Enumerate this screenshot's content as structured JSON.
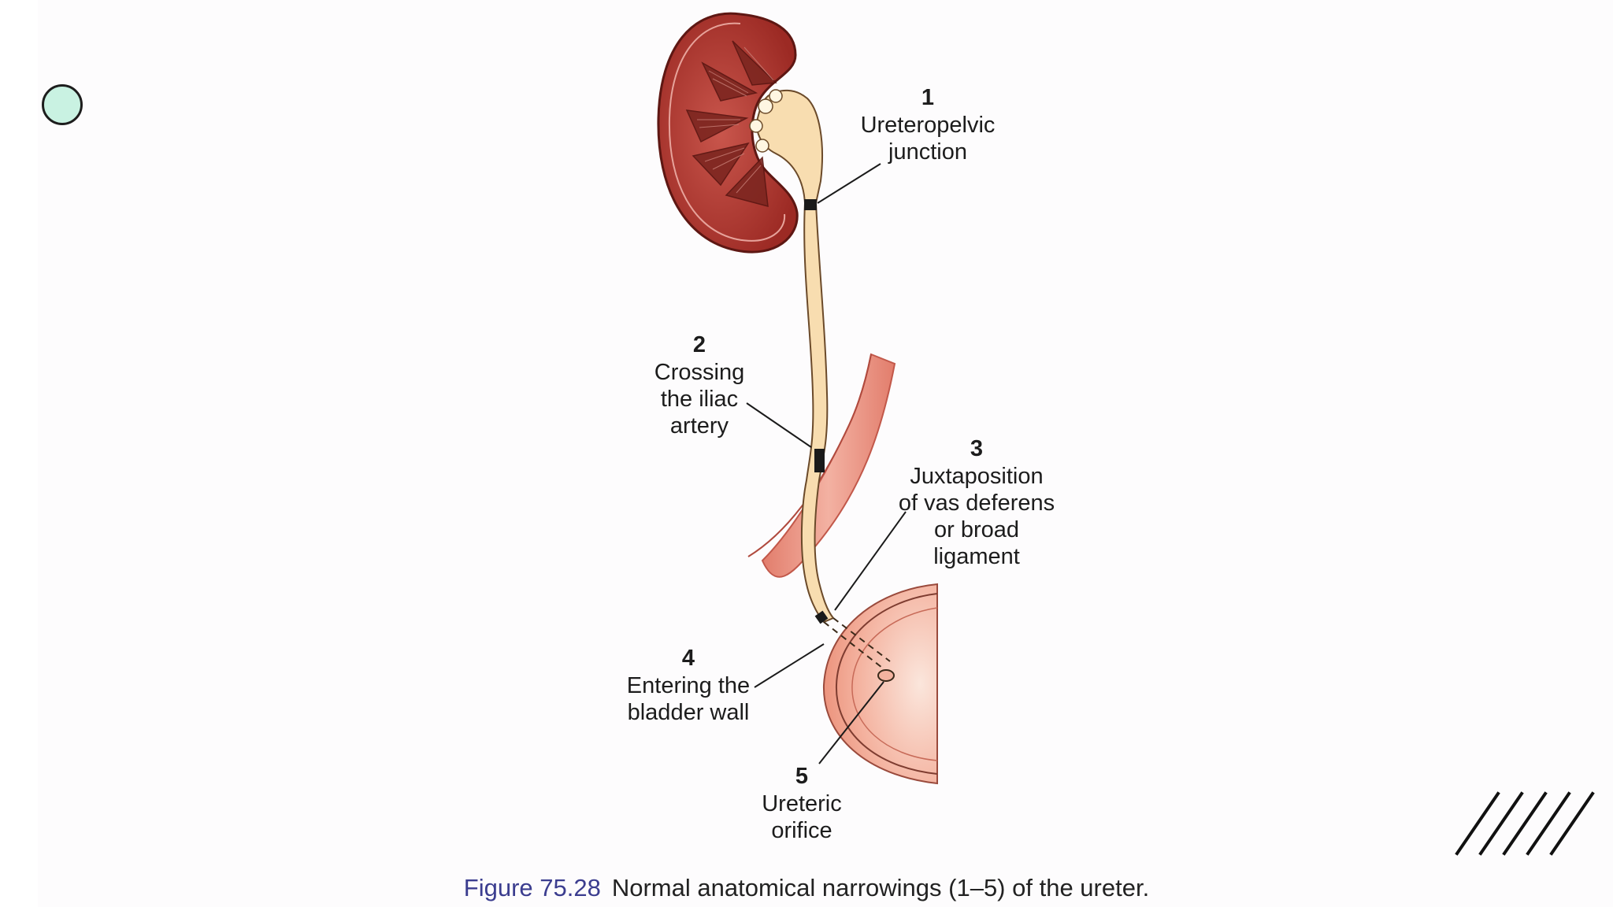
{
  "figure": {
    "labels": [
      {
        "id": "1",
        "number": "1",
        "text": "Ureteropelvic\njunction"
      },
      {
        "id": "2",
        "number": "2",
        "text": "Crossing\nthe iliac\nartery"
      },
      {
        "id": "3",
        "number": "3",
        "text": "Juxtaposition\nof vas deferens\nor broad\nligament"
      },
      {
        "id": "4",
        "number": "4",
        "text": "Entering the\nbladder wall"
      },
      {
        "id": "5",
        "number": "5",
        "text": "Ureteric\norifice"
      }
    ],
    "caption": {
      "figure_number": "Figure 75.28",
      "text": "Normal anatomical narrowings (1–5) of the ureter."
    }
  },
  "colors": {
    "kidney": "#a8332c",
    "kidney_dark": "#7a1c18",
    "ureter": "#f8ddb0",
    "artery": "#e98b7a",
    "bladder": "#f2a08c",
    "caption_number": "#3b3d8f",
    "bullet_fill": "#c9f2e2"
  }
}
